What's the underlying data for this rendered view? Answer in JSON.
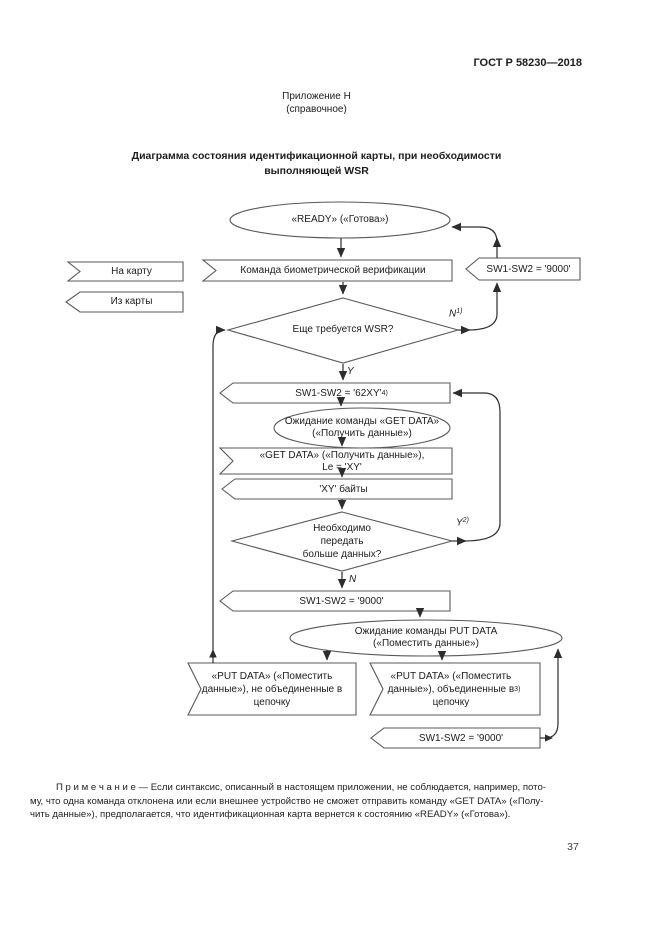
{
  "page": {
    "header": "ГОСТ Р 58230—2018",
    "appendix_label": "Приложение Н",
    "appendix_kind": "(справочное)",
    "title": "Диаграмма состояния идентификационной карты, при необходимости\nвыполняющей WSR",
    "note": "П р и м е ч а н и е — Если синтаксис, описанный в настоящем приложении, не соблюдается, например, пото-\nму, что одна команда отклонена или если внешнее устройство не сможет отправить команду «GET DATA» («Полу-\nчить данные»), предполагается, что идентификационная карта вернется к состоянию «READY» («Готова»).",
    "page_number": "37"
  },
  "legend": {
    "to_card": "На карту",
    "from_card": "Из карты"
  },
  "flowchart": {
    "ready_state": "«READY» («Готова»)",
    "biometric_command": "Команда биометрической верификации",
    "sw_9000_top": "SW1-SW2 = '9000'",
    "wsr_question": "Еще требуется WSR?",
    "sw_62xy_base": "SW1-SW2 = '62XY'",
    "sw_62xy_sup": "4)",
    "getdata_wait": "Ожидание команды «GET DATA»\n(«Получить данные»)",
    "getdata_command": "«GET DATA» («Получить данные»),\nLe = 'XY'",
    "xy_bytes": "'XY' байты",
    "more_data_question": "Необходимо\nпередать\nбольше данных?",
    "sw_9000_mid": "SW1-SW2 = '9000'",
    "putdata_wait": "Ожидание команды PUT DATA\n(«Поместить данные»)",
    "putdata_unchained": "«PUT DATA» («Поместить\nданные»), не объединенные в\nцепочку",
    "putdata_chained_base": "«PUT DATA» («Поместить\nданные»), объединенные в\nцепочку",
    "putdata_chained_sup": "3)",
    "sw_9000_bottom": "SW1-SW2 = '9000'",
    "labels": {
      "n_top": "N",
      "n_top_sup": "1)",
      "y_top": "Y",
      "y_loop": "Y",
      "y_loop_sup": "2)",
      "n_bottom": "N"
    }
  },
  "colors": {
    "line": "#2d2d2d",
    "shape_border": "#595959",
    "text": "#1c1c1c"
  }
}
